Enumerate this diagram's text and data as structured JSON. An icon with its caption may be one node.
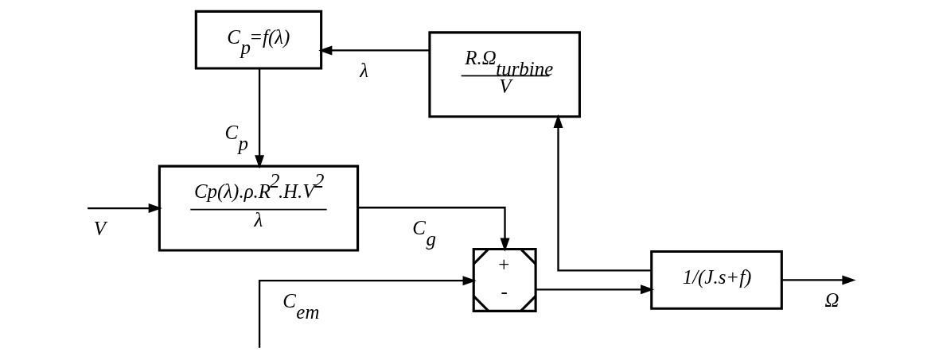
{
  "diagram": {
    "nodes": [
      {
        "text": [
          "C$_{p}$=f(λ)"
        ]
      },
      {
        "text": [
          "R.Ω$_{turbine}$",
          "V"
        ]
      },
      {
        "text": [
          "Cp(λ).ρ.R$^{2}$.H.V$^{2}$",
          "λ"
        ]
      },
      {
        "text": [
          "+",
          "-"
        ]
      },
      {
        "text": [
          "1/(J.s+f)"
        ]
      }
    ],
    "edges": [
      {
        "from": 1,
        "to": 0,
        "arrow": "to",
        "label": "λ"
      },
      {
        "from": 0,
        "to": 2,
        "arrow": "to",
        "label": "C$_{p}$"
      },
      {
        "from": null,
        "to": 2,
        "arrow": "to",
        "label": "V"
      },
      {
        "from": 2,
        "to": 3,
        "arrow": "to",
        "label": "C$_{g}$"
      },
      {
        "from": null,
        "to": 3,
        "arrow": "to",
        "label": "C$_{em}$"
      },
      {
        "from": 3,
        "to": 4,
        "arrow": "to"
      },
      {
        "from": 4,
        "to": null,
        "arrow": "to",
        "label": "Ω"
      },
      {
        "from": 4,
        "to": 1,
        "arrow": "to"
      }
    ]
  }
}
